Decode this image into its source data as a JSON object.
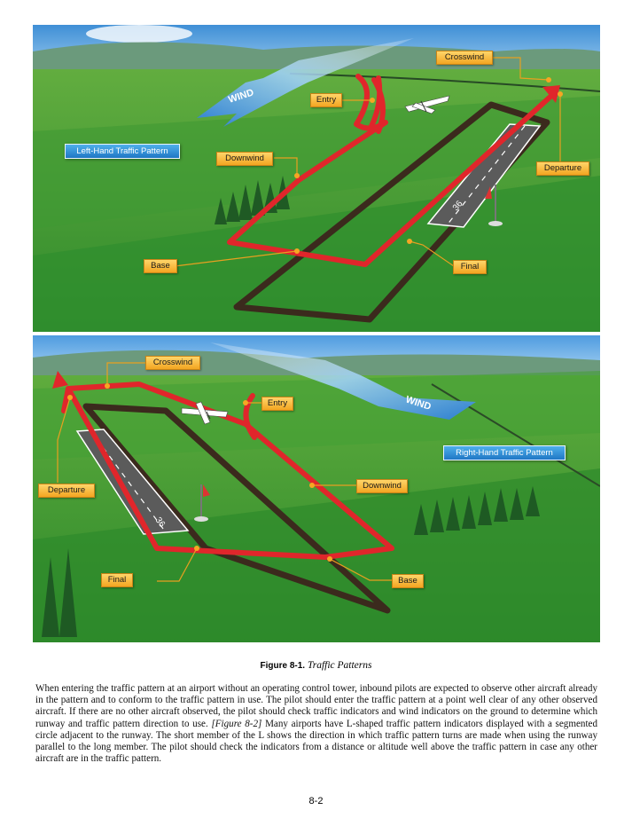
{
  "figure": {
    "top_panel": {
      "pattern_label": "Left-Hand Traffic Pattern",
      "wind_label": "WIND",
      "runway_number": "36",
      "labels": {
        "crosswind": "Crosswind",
        "entry": "Entry",
        "downwind": "Downwind",
        "departure": "Departure",
        "base": "Base",
        "final": "Final"
      }
    },
    "bottom_panel": {
      "pattern_label": "Right-Hand Traffic Pattern",
      "wind_label": "WIND",
      "runway_number": "36",
      "labels": {
        "crosswind": "Crosswind",
        "entry": "Entry",
        "downwind": "Downwind",
        "departure": "Departure",
        "base": "Base",
        "final": "Final"
      }
    },
    "colors": {
      "pattern_red": "#e0262b",
      "ground_track": "#3b2a1d",
      "callout_orange": "#f3a521",
      "label_blue": "#1f77c4",
      "sky": "#5fa6dc",
      "grass": "#3f9a34"
    }
  },
  "caption": {
    "number": "Figure 8-1.",
    "title": "Traffic Patterns"
  },
  "body": {
    "text_before_ref": "When entering the traffic pattern at an airport without an operating control tower, inbound pilots are expected to observe other aircraft already in the pattern and to conform to the traffic pattern in use. The pilot should enter the traffic pattern at a point well clear of any other observed aircraft. If there are no other aircraft observed, the pilot should check traffic indicators and wind indicators on the ground to determine which runway and traffic pattern direction to use.",
    "figure_ref": "[Figure 8-2]",
    "text_after_ref": "Many airports have L-shaped traffic pattern indicators displayed with a segmented circle adjacent to the runway. The short member of the L shows the direction in which traffic pattern turns are made when using the runway parallel to the long member. The pilot should check the indicators from a distance or altitude well above the traffic pattern in case any other aircraft are in the traffic pattern."
  },
  "page_number": "8-2"
}
